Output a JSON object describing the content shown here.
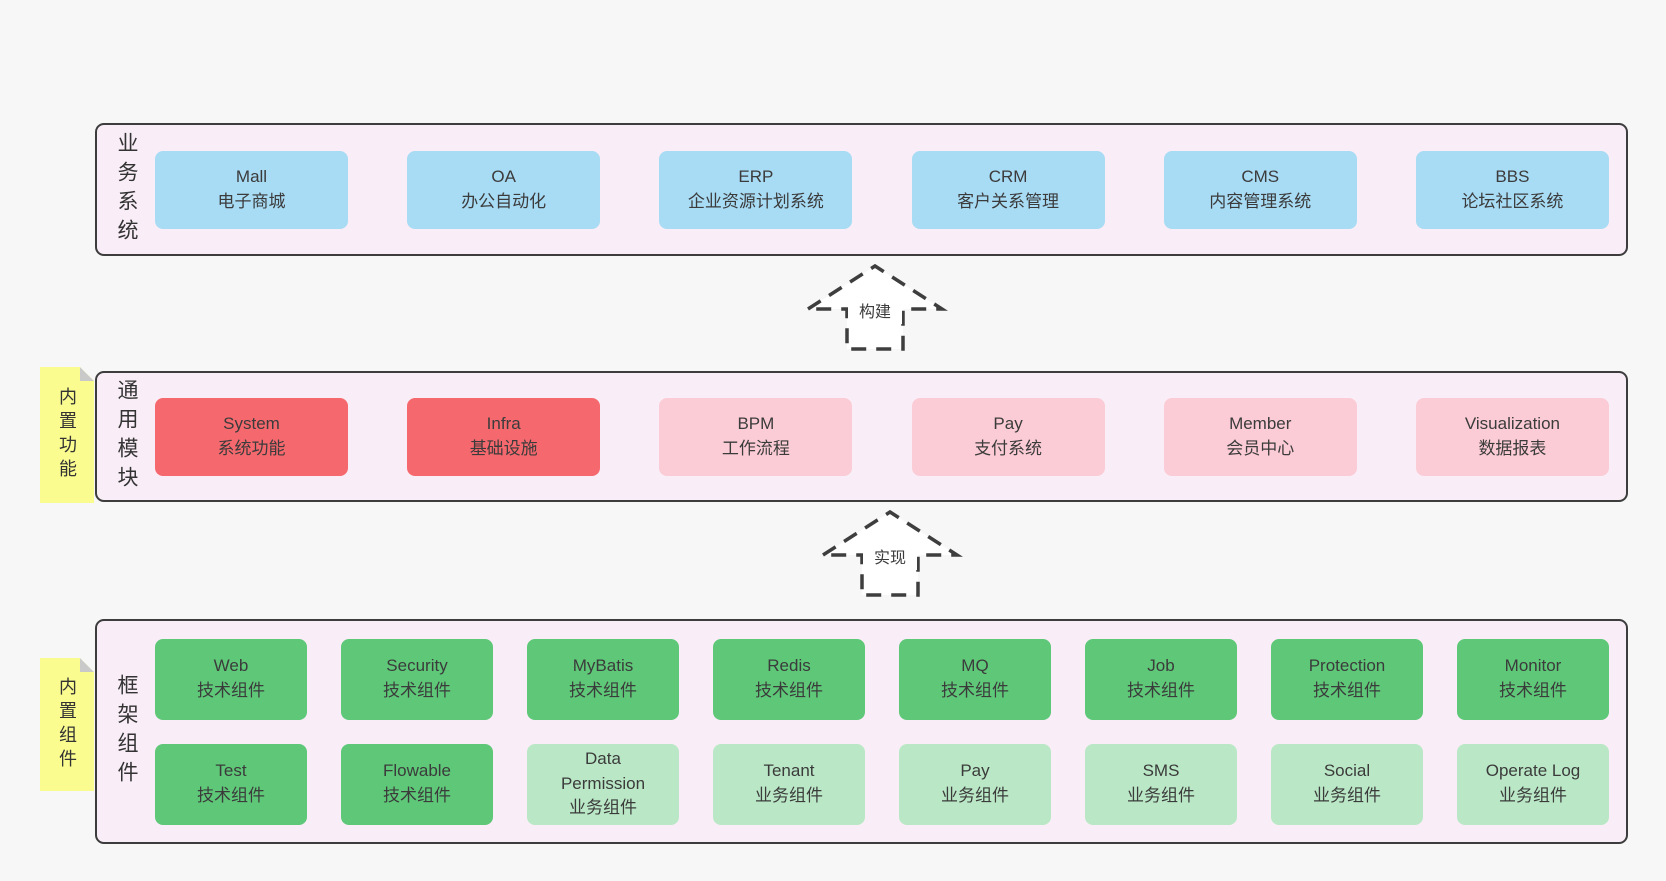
{
  "colors": {
    "page-bg": "#f7f7f7",
    "container-bg": "#f9eef7",
    "container-border": "#3d3d3d",
    "blue": "#a8dbf4",
    "red": "#f5696e",
    "pink": "#fbccd6",
    "green": "#5ec878",
    "lightgreen": "#bae8c6",
    "yellow": "#fbfc90",
    "fold-gray": "#c9c9c9",
    "text": "#3b3b3b",
    "arrow": "#3e3e3e"
  },
  "layers": [
    {
      "id": "business-systems",
      "side_label": "业务系统",
      "rows": [
        [
          {
            "name": "Mall",
            "desc": "电子商城",
            "type": "blue"
          },
          {
            "name": "OA",
            "desc": "办公自动化",
            "type": "blue"
          },
          {
            "name": "ERP",
            "desc": "企业资源计划系统",
            "type": "blue"
          },
          {
            "name": "CRM",
            "desc": "客户关系管理",
            "type": "blue"
          },
          {
            "name": "CMS",
            "desc": "内容管理系统",
            "type": "blue"
          },
          {
            "name": "BBS",
            "desc": "论坛社区系统",
            "type": "blue"
          }
        ]
      ]
    },
    {
      "id": "common-modules",
      "side_label": "通用模块",
      "note": "内置功能",
      "rows": [
        [
          {
            "name": "System",
            "desc": "系统功能",
            "type": "red"
          },
          {
            "name": "Infra",
            "desc": "基础设施",
            "type": "red"
          },
          {
            "name": "BPM",
            "desc": "工作流程",
            "type": "pink"
          },
          {
            "name": "Pay",
            "desc": "支付系统",
            "type": "pink"
          },
          {
            "name": "Member",
            "desc": "会员中心",
            "type": "pink"
          },
          {
            "name": "Visualization",
            "desc": "数据报表",
            "type": "pink"
          }
        ]
      ]
    },
    {
      "id": "framework-components",
      "side_label": "框架组件",
      "note": "内置组件",
      "rows": [
        [
          {
            "name": "Web",
            "desc": "技术组件",
            "type": "green"
          },
          {
            "name": "Security",
            "desc": "技术组件",
            "type": "green"
          },
          {
            "name": "MyBatis",
            "desc": "技术组件",
            "type": "green"
          },
          {
            "name": "Redis",
            "desc": "技术组件",
            "type": "green"
          },
          {
            "name": "MQ",
            "desc": "技术组件",
            "type": "green"
          },
          {
            "name": "Job",
            "desc": "技术组件",
            "type": "green"
          },
          {
            "name": "Protection",
            "desc": "技术组件",
            "type": "green"
          },
          {
            "name": "Monitor",
            "desc": "技术组件",
            "type": "green"
          }
        ],
        [
          {
            "name": "Test",
            "desc": "技术组件",
            "type": "green"
          },
          {
            "name": "Flowable",
            "desc": "技术组件",
            "type": "green"
          },
          {
            "name": "Data\nPermission",
            "desc": "业务组件",
            "type": "lightgreen"
          },
          {
            "name": "Tenant",
            "desc": "业务组件",
            "type": "lightgreen"
          },
          {
            "name": "Pay",
            "desc": "业务组件",
            "type": "lightgreen"
          },
          {
            "name": "SMS",
            "desc": "业务组件",
            "type": "lightgreen"
          },
          {
            "name": "Social",
            "desc": "业务组件",
            "type": "lightgreen"
          },
          {
            "name": "Operate Log",
            "desc": "业务组件",
            "type": "lightgreen"
          }
        ]
      ]
    }
  ],
  "arrows": [
    {
      "label": "构建"
    },
    {
      "label": "实现"
    }
  ]
}
